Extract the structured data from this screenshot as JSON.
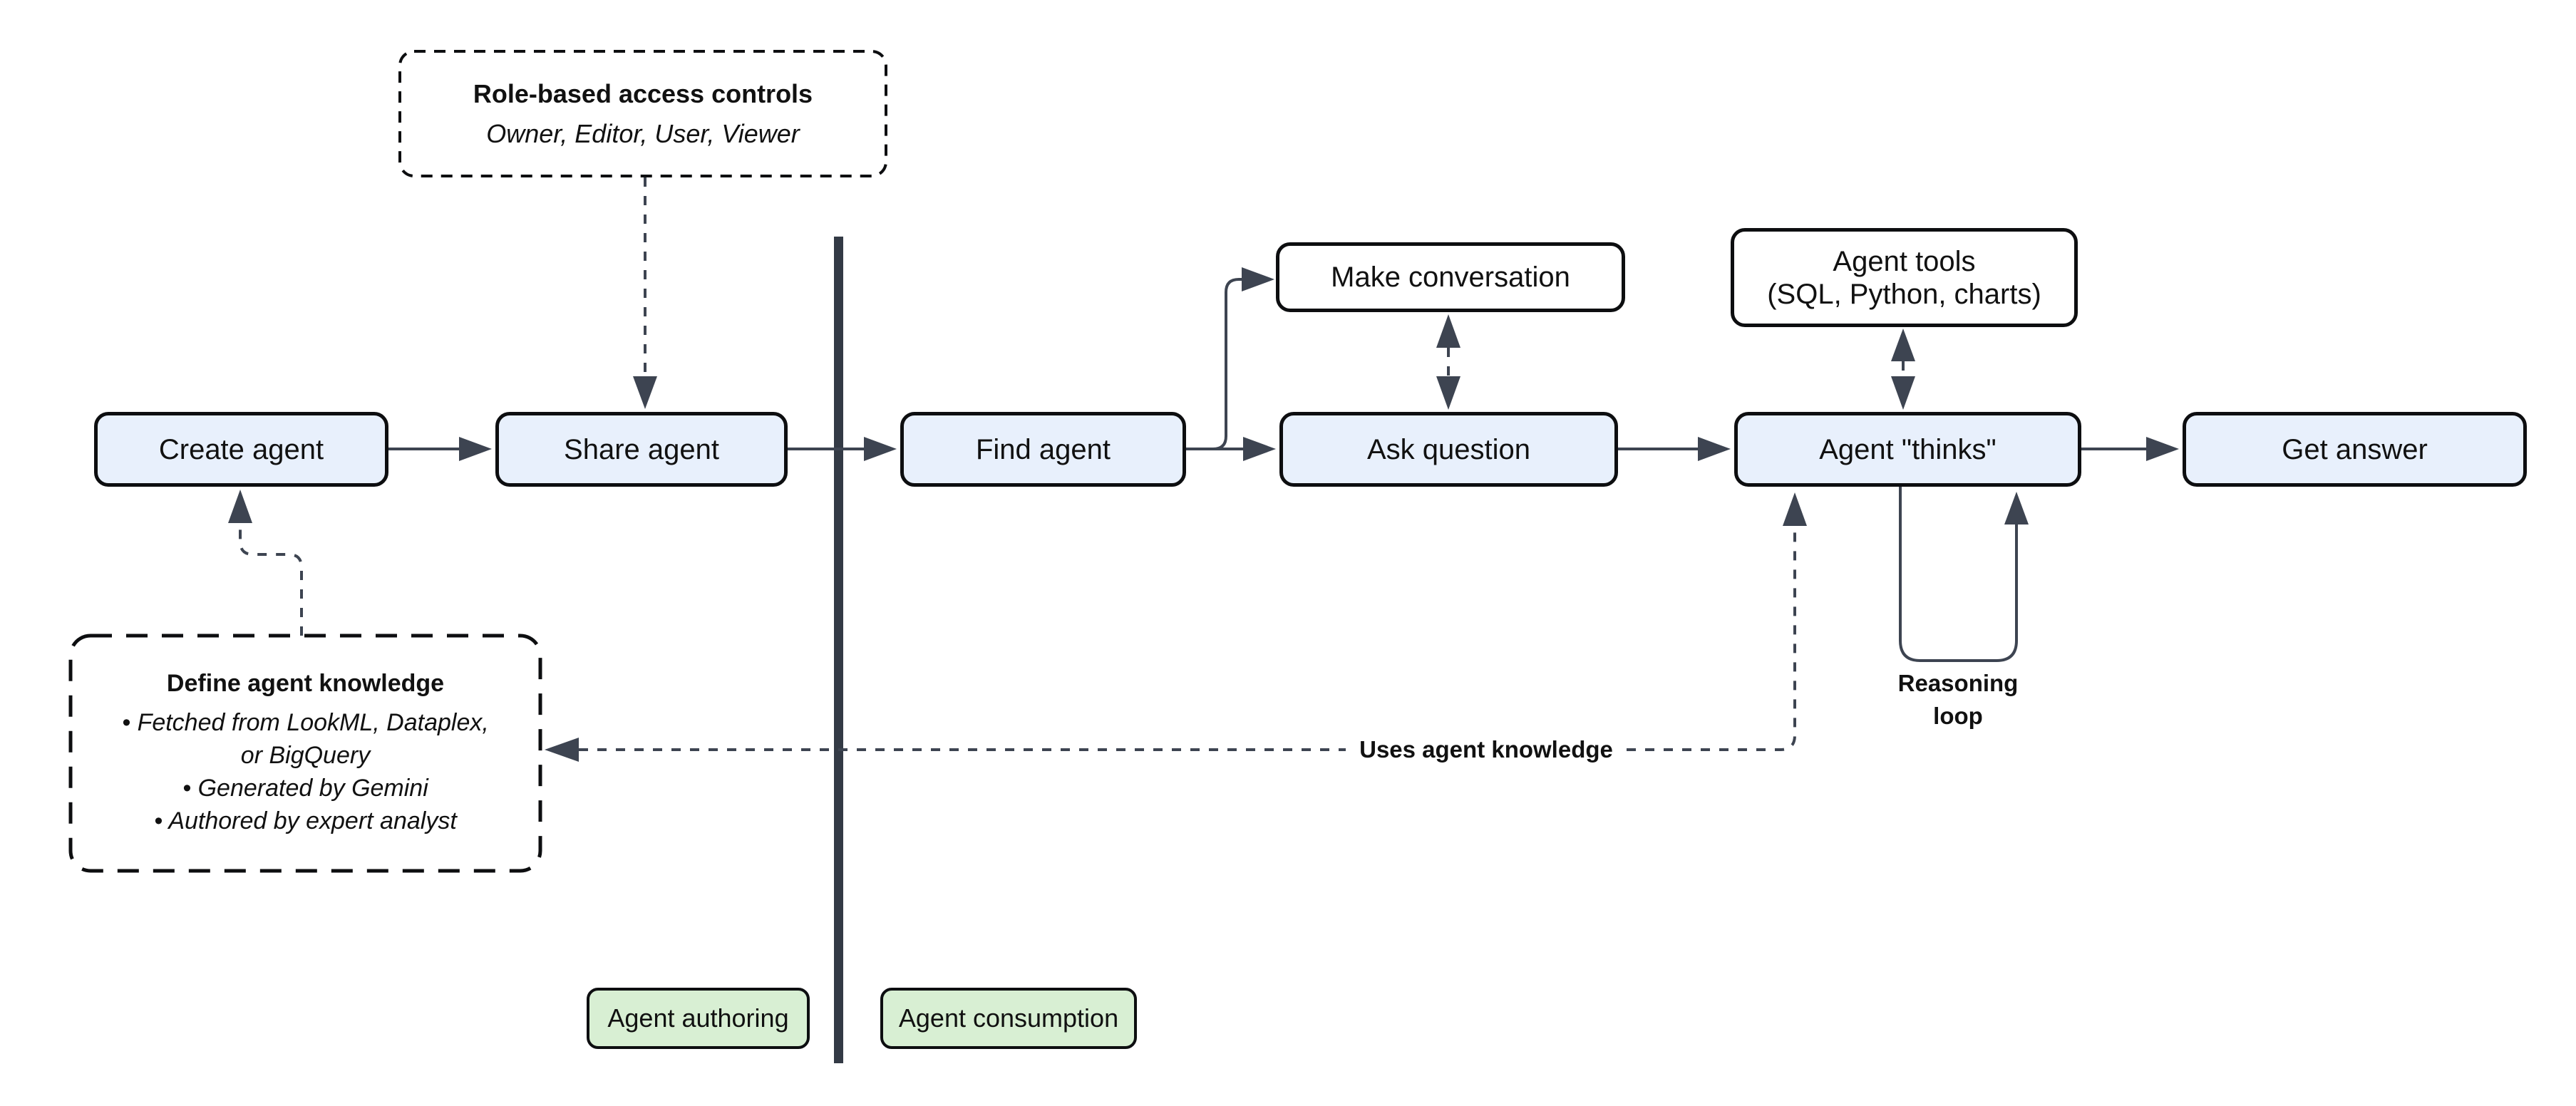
{
  "palette": {
    "node_fill_blue": "#e8f0fc",
    "node_fill_white": "#ffffff",
    "zone_fill_green": "#d8efd3",
    "node_border": "#0d0e10",
    "connector": "#3d4451",
    "divider": "#333a45",
    "text": "#111111"
  },
  "nodes": {
    "create_agent": {
      "label": "Create agent"
    },
    "share_agent": {
      "label": "Share agent"
    },
    "find_agent": {
      "label": "Find agent"
    },
    "make_conversation": {
      "label": "Make conversation"
    },
    "ask_question": {
      "label": "Ask question"
    },
    "agent_tools": {
      "line1": "Agent tools",
      "line2": "(SQL, Python, charts)"
    },
    "agent_thinks": {
      "label": "Agent \"thinks\""
    },
    "get_answer": {
      "label": "Get answer"
    }
  },
  "callouts": {
    "rbac": {
      "title": "Role-based access controls",
      "subtitle": "Owner, Editor, User, Viewer"
    },
    "knowledge": {
      "title": "Define agent knowledge",
      "bullets": [
        "Fetched from LookML, Dataplex, or BigQuery",
        "Generated by Gemini",
        "Authored by expert analyst"
      ]
    }
  },
  "edge_labels": {
    "uses_knowledge": "Uses agent knowledge",
    "reasoning_line1": "Reasoning",
    "reasoning_line2": "loop"
  },
  "zones": {
    "authoring": "Agent authoring",
    "consumption": "Agent consumption"
  }
}
